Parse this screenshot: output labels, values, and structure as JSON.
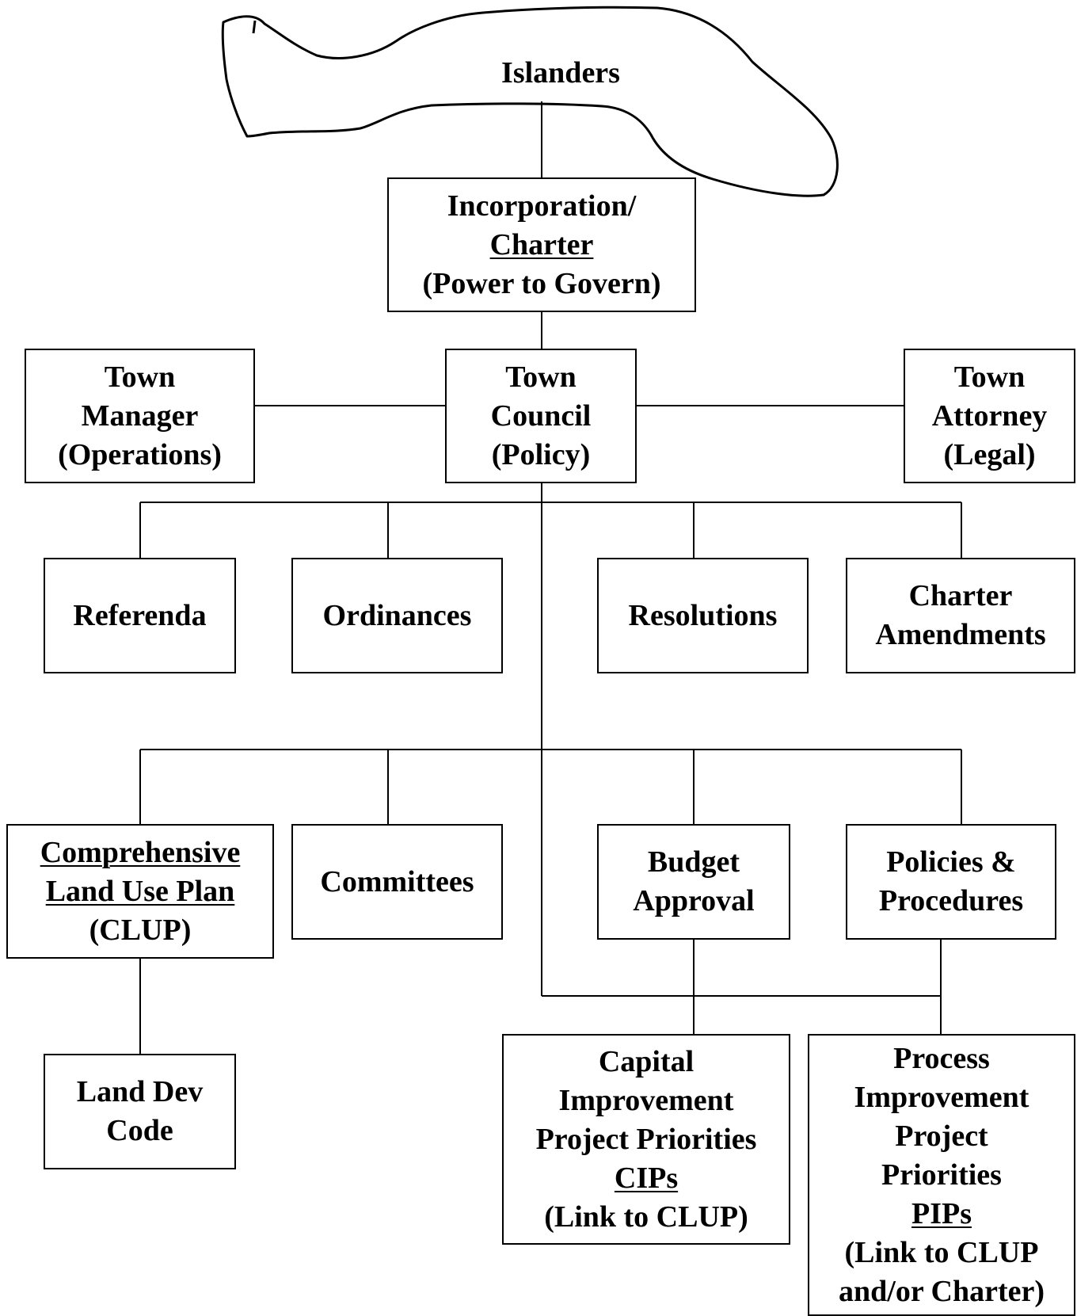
{
  "diagram": {
    "top": {
      "label": "Islanders"
    },
    "charter": {
      "line1": "Incorporation/",
      "line2": "Charter",
      "line3": "(Power to Govern)"
    },
    "manager": {
      "line1": "Town",
      "line2": "Manager",
      "line3": "(Operations)"
    },
    "council": {
      "line1": "Town",
      "line2": "Council",
      "line3": "(Policy)"
    },
    "attorney": {
      "line1": "Town",
      "line2": "Attorney",
      "line3": "(Legal)"
    },
    "referenda": {
      "label": "Referenda"
    },
    "ordinances": {
      "label": "Ordinances"
    },
    "resolutions": {
      "label": "Resolutions"
    },
    "charter_amendments": {
      "line1": "Charter",
      "line2": "Amendments"
    },
    "clup": {
      "line1": "Comprehensive",
      "line2": "Land Use Plan",
      "line3": "(CLUP)"
    },
    "committees": {
      "label": "Committees"
    },
    "budget": {
      "line1": "Budget",
      "line2": "Approval"
    },
    "policies": {
      "line1": "Policies &",
      "line2": "Procedures"
    },
    "land_dev": {
      "line1": "Land Dev",
      "line2": "Code"
    },
    "cips": {
      "line1": "Capital",
      "line2": "Improvement",
      "line3": "Project Priorities",
      "line4": "CIPs",
      "line5": "(Link to CLUP)"
    },
    "pips": {
      "line1": "Process",
      "line2": "Improvement",
      "line3": "Project",
      "line4": "Priorities",
      "line5": "PIPs",
      "line6": "(Link to CLUP",
      "line7": "and/or Charter)"
    }
  }
}
